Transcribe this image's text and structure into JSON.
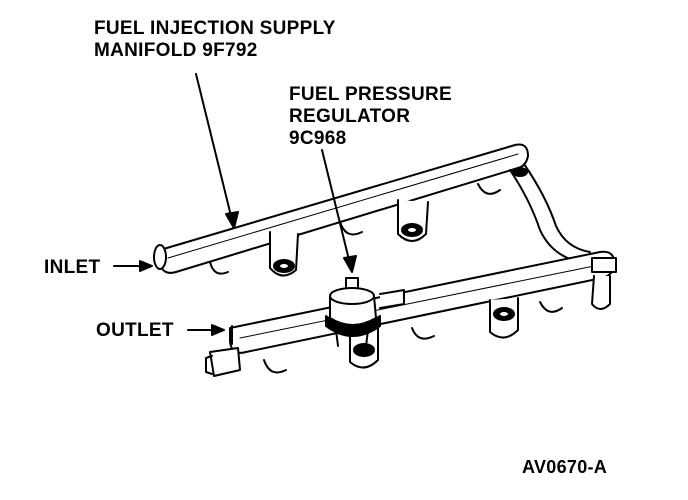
{
  "labels": {
    "supply_manifold": [
      "FUEL INJECTION SUPPLY",
      "MANIFOLD 9F792"
    ],
    "pressure_regulator": [
      "FUEL PRESSURE",
      "REGULATOR",
      "9C968"
    ],
    "inlet": "INLET",
    "outlet": "OUTLET",
    "figure_id": "AV0670-A"
  },
  "colors": {
    "ink": "#000000",
    "paper": "#ffffff"
  }
}
